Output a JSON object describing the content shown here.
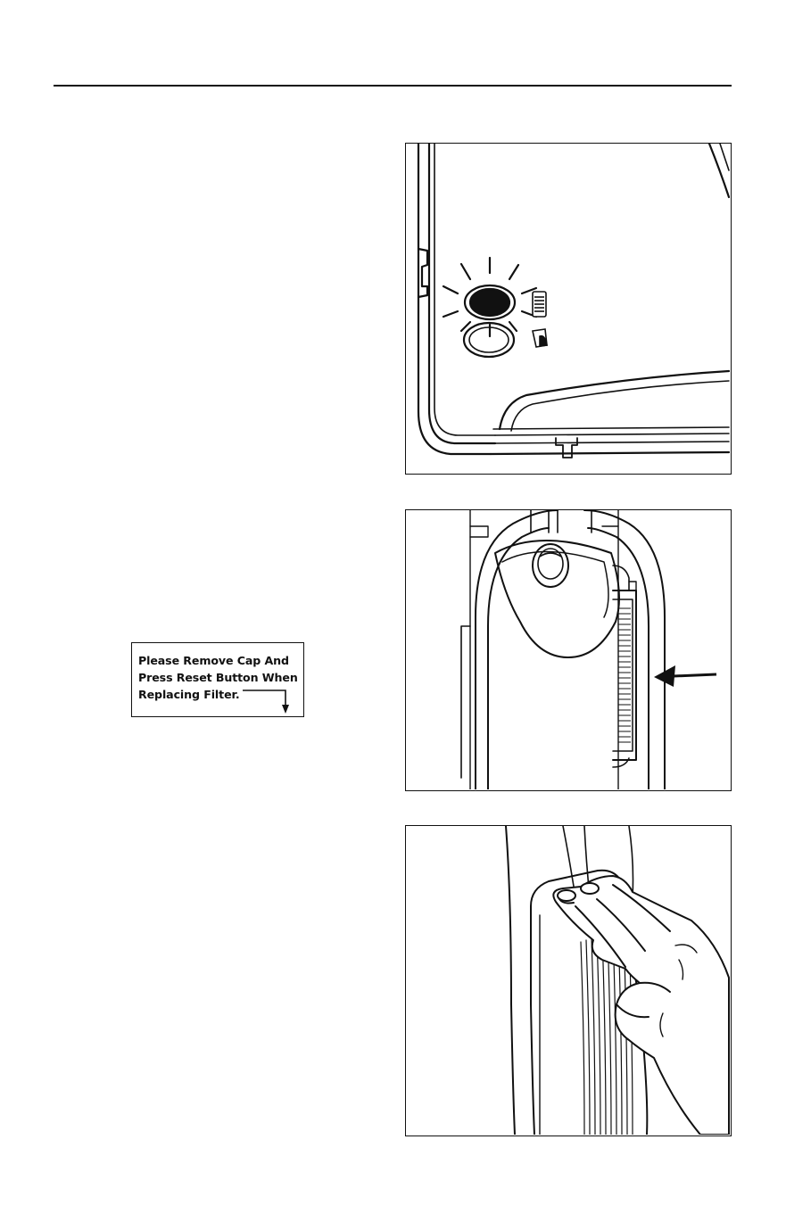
{
  "label": {
    "lines": [
      "Please Remove Cap And",
      "Press Reset Button When",
      "Replacing Filter."
    ]
  },
  "icons": [
    "filter-indicator-icon",
    "bin-full-indicator-icon",
    "arrow-left-icon",
    "down-arrow-icon"
  ],
  "colors": {
    "ink": "#111111",
    "paper": "#ffffff"
  }
}
